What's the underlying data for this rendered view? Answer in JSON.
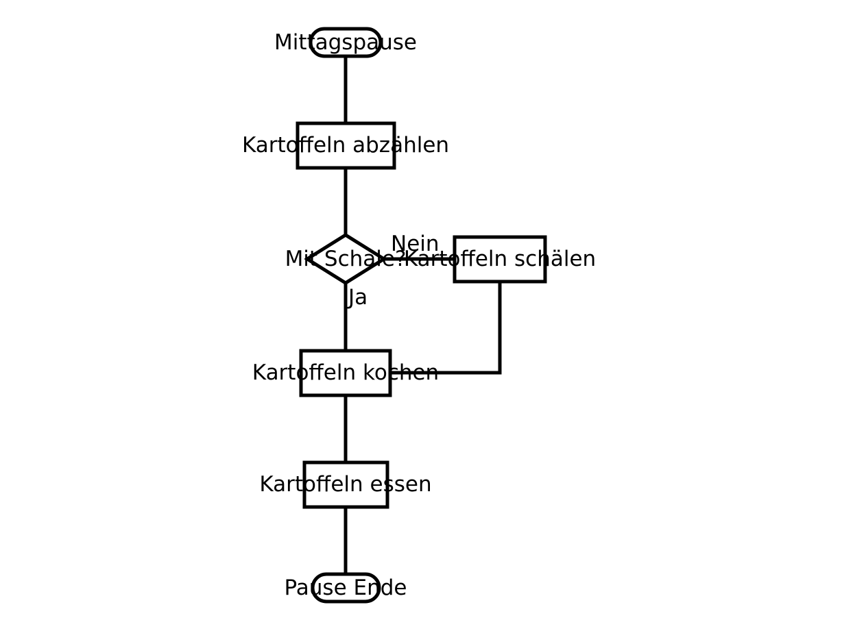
{
  "diagram": {
    "nodes": {
      "start": {
        "label": "Mittagspause",
        "shape": "terminal"
      },
      "count": {
        "label": "Kartoffeln abzählen",
        "shape": "process"
      },
      "decision": {
        "label": "Mit Schale?",
        "shape": "decision"
      },
      "peel": {
        "label": "Kartoffeln schälen",
        "shape": "process"
      },
      "cook": {
        "label": "Kartoffeln kochen",
        "shape": "process"
      },
      "eat": {
        "label": "Kartoffeln essen",
        "shape": "process"
      },
      "end": {
        "label": "Pause Ende",
        "shape": "terminal"
      }
    },
    "edges": {
      "yes": {
        "label": "Ja",
        "from": "decision",
        "to": "cook"
      },
      "no": {
        "label": "Nein",
        "from": "decision",
        "to": "peel"
      }
    },
    "colors": {
      "stroke": "#000000",
      "fill": "#ffffff",
      "text": "#000000"
    }
  }
}
